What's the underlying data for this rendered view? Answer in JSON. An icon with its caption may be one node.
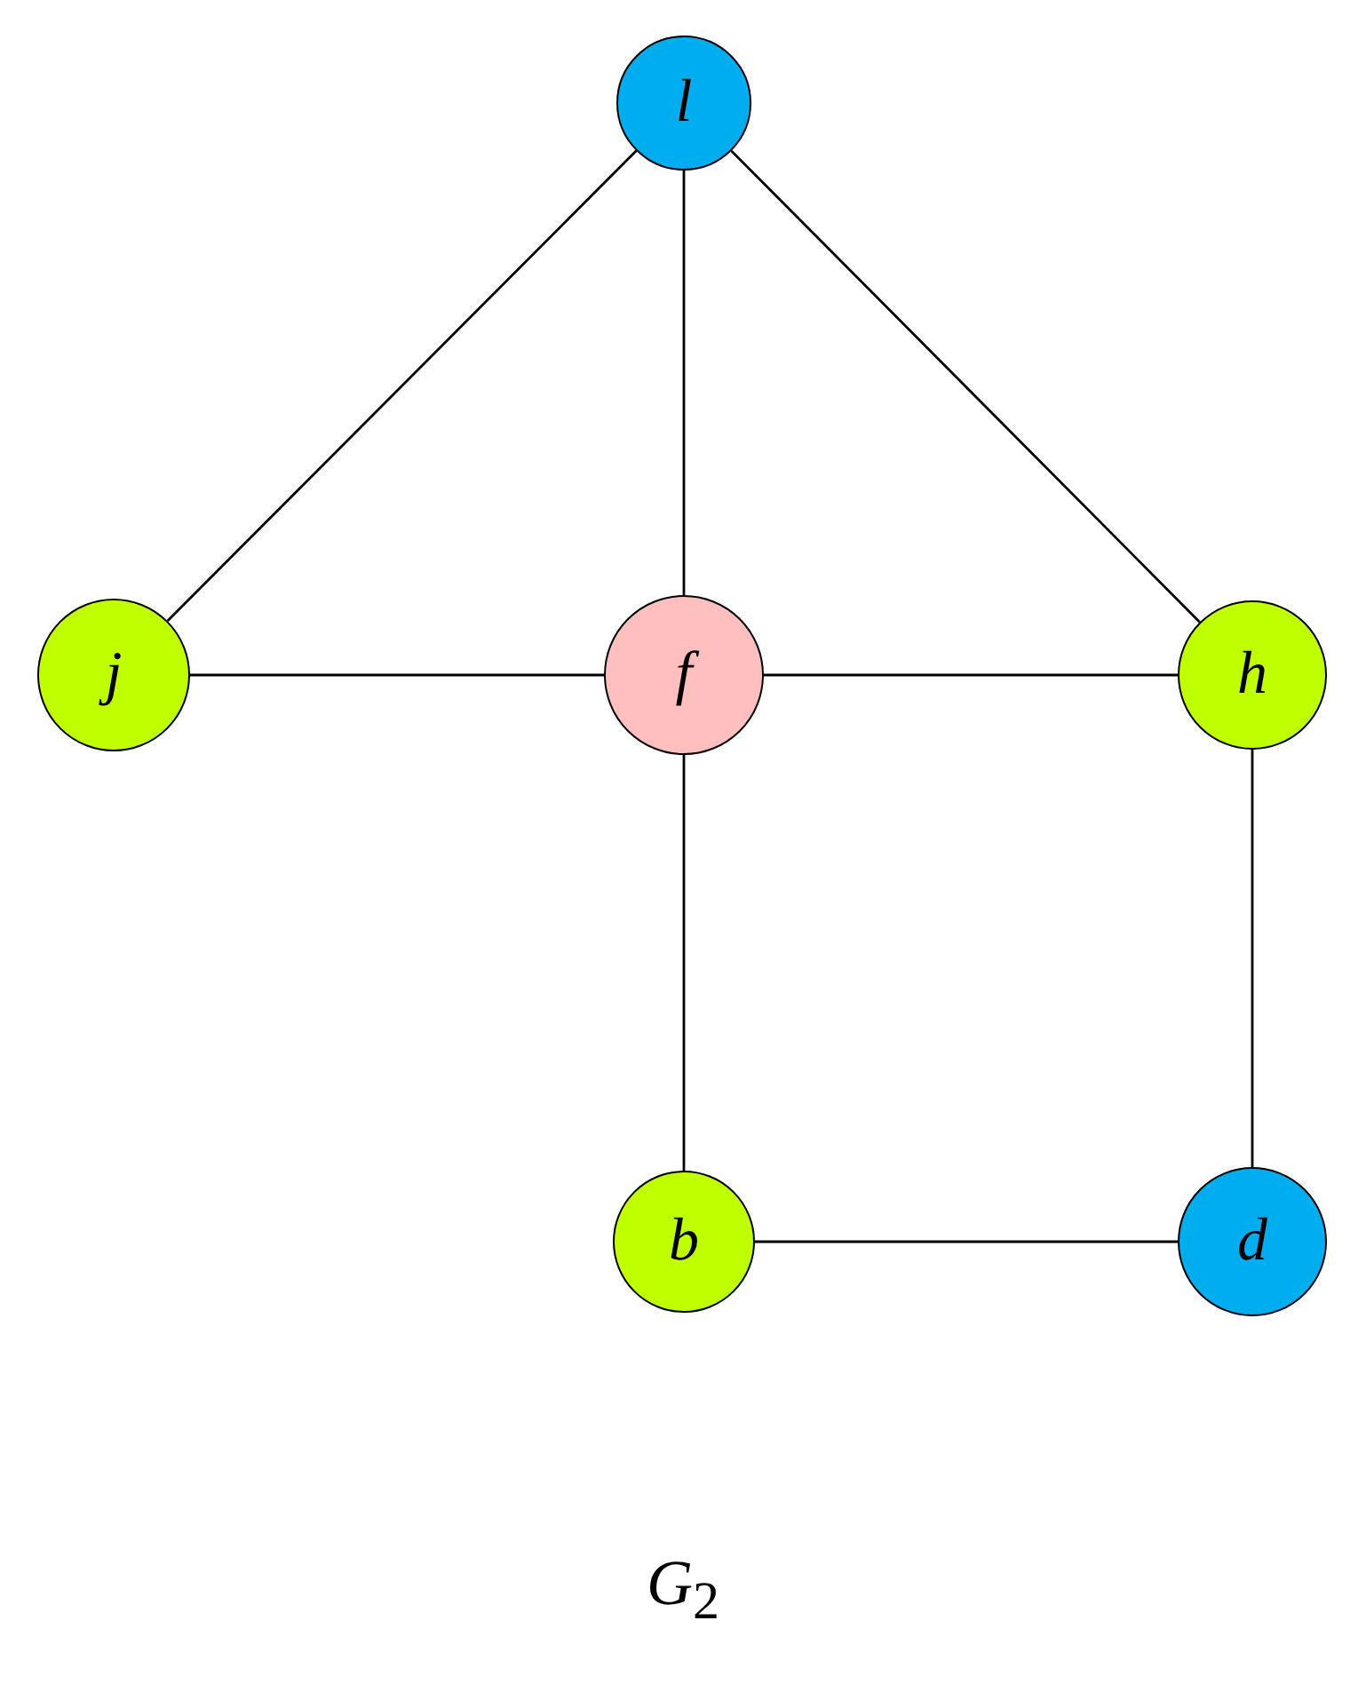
{
  "diagram": {
    "caption": "*G*$_{2}$",
    "nodes": [
      {
        "text": [
          "l"
        ]
      },
      {
        "text": [
          "j"
        ]
      },
      {
        "text": [
          "f"
        ]
      },
      {
        "text": [
          "h"
        ]
      },
      {
        "text": [
          "b"
        ]
      },
      {
        "text": [
          "d"
        ]
      }
    ],
    "edges": [
      {
        "from": 0,
        "to": 1,
        "arrow": "none"
      },
      {
        "from": 0,
        "to": 2,
        "arrow": "none"
      },
      {
        "from": 0,
        "to": 3,
        "arrow": "none"
      },
      {
        "from": 1,
        "to": 2,
        "arrow": "none"
      },
      {
        "from": 2,
        "to": 3,
        "arrow": "none"
      },
      {
        "from": 2,
        "to": 4,
        "arrow": "none"
      },
      {
        "from": 3,
        "to": 5,
        "arrow": "none"
      },
      {
        "from": 4,
        "to": 5,
        "arrow": "none"
      }
    ]
  }
}
